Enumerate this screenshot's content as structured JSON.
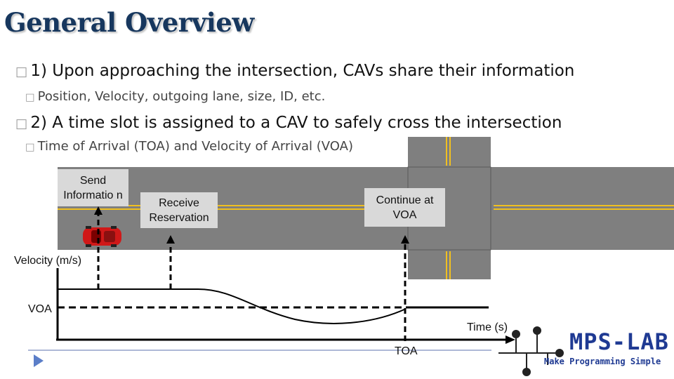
{
  "slide": {
    "title": "General Overview",
    "bullets": [
      {
        "marker": "□",
        "text": "1) Upon approaching the intersection, CAVs share their information"
      },
      {
        "marker": "□",
        "text": "2) A time slot is assigned to a CAV to safely cross the intersection"
      }
    ],
    "sub_bullets": [
      {
        "marker": "□",
        "text": "Position, Velocity, outgoing lane, size, ID, etc."
      },
      {
        "marker": "□",
        "text": "Time of Arrival (TOA) and Velocity of Arrival (VOA)"
      }
    ]
  },
  "diagram": {
    "boxes": {
      "send": "Send Informatio n",
      "receive": "Receive Reservation",
      "continue": "Continue at VOA"
    },
    "axis": {
      "ylabel": "Velocity (m/s)",
      "xlabel": "Time (s)",
      "voa_label": "VOA",
      "toa_label": "TOA"
    },
    "colors": {
      "road": "#7f7f7f",
      "lane_marking": "#f0c020",
      "car": "#e02020",
      "box_fill": "#d9d9d9"
    }
  },
  "logo": {
    "main": "MPS-LAB",
    "sub": "Make Programming Simple"
  },
  "decor": {
    "nav_icon": "play-triangle-icon"
  }
}
